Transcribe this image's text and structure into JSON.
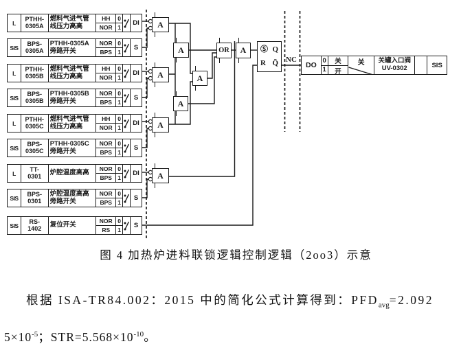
{
  "colors": {
    "ink": "#1a1a1a",
    "background": "#ffffff"
  },
  "diagram": {
    "rows": [
      {
        "type": "L",
        "tag1": "PTHH-",
        "tag2": "0305A",
        "desc": "燃料气进气管线压力高高",
        "s1": "HH",
        "v1": "0",
        "s2": "NOR",
        "v2": "1",
        "io": "DI"
      },
      {
        "type": "SIS",
        "tag1": "BPS-",
        "tag2": "0305A",
        "desc": "PTHH-0305A 旁路开关",
        "s1": "NOR",
        "v1": "0",
        "s2": "BPS",
        "v2": "1",
        "io": "S"
      },
      {
        "type": "L",
        "tag1": "PTHH-",
        "tag2": "0305B",
        "desc": "燃料气进气管线压力高高",
        "s1": "HH",
        "v1": "0",
        "s2": "NOR",
        "v2": "1",
        "io": "DI"
      },
      {
        "type": "SIS",
        "tag1": "BPS-",
        "tag2": "0305B",
        "desc": "PTHH-0305B 旁路开关",
        "s1": "NOR",
        "v1": "0",
        "s2": "BPS",
        "v2": "1",
        "io": "S"
      },
      {
        "type": "L",
        "tag1": "PTHH-",
        "tag2": "0305C",
        "desc": "燃料气进气管线压力高高",
        "s1": "HH",
        "v1": "0",
        "s2": "NOR",
        "v2": "1",
        "io": "DI"
      },
      {
        "type": "SIS",
        "tag1": "BPS-",
        "tag2": "0305C",
        "desc": "PTHH-0305C 旁路开关",
        "s1": "NOR",
        "v1": "0",
        "s2": "BPS",
        "v2": "1",
        "io": "S"
      },
      {
        "type": "L",
        "tag1": "TT-",
        "tag2": "0301",
        "desc": "炉腔温度高高",
        "s1": "NOR",
        "v1": "0",
        "s2": "BPS",
        "v2": "1",
        "io": "DI"
      },
      {
        "type": "SIS",
        "tag1": "BPS-",
        "tag2": "0301",
        "desc": "炉腔温度高高旁路开关",
        "s1": "NOR",
        "v1": "0",
        "s2": "BPS",
        "v2": "1",
        "io": "S"
      },
      {
        "type": "SIS",
        "tag1": "RS-",
        "tag2": "1402",
        "desc": "复位开关",
        "s1": "NOR",
        "v1": "0",
        "s2": "RS",
        "v2": "1",
        "io": "S"
      }
    ],
    "gates": {
      "and_label": "A",
      "or_label": "OR"
    },
    "latch": {
      "set": "Ⓢ",
      "q": "Q",
      "reset": "R",
      "q_bar": "Q̄"
    },
    "nc_label": "NC",
    "output": {
      "do_label": "DO",
      "state0": "0",
      "state0_action": "关",
      "state1": "1",
      "state1_action": "开",
      "valve_position": "关",
      "valve_name": "关罐入口阀",
      "valve_tag": "UV-0302",
      "system": "SIS"
    }
  },
  "caption": "图 4  加热炉进料联锁逻辑控制逻辑（2oo3）示意",
  "text": {
    "p1": "根据 ISA-TR84.002：2015 中的简化公式计算得到：PFD",
    "p1_sub": "avg",
    "p1_end": "=2.092",
    "p2_a": "5×10",
    "p2_sup1": "-5",
    "p2_b": "；STR=5.568×10",
    "p2_sup2": "-10",
    "p2_end": "。"
  }
}
